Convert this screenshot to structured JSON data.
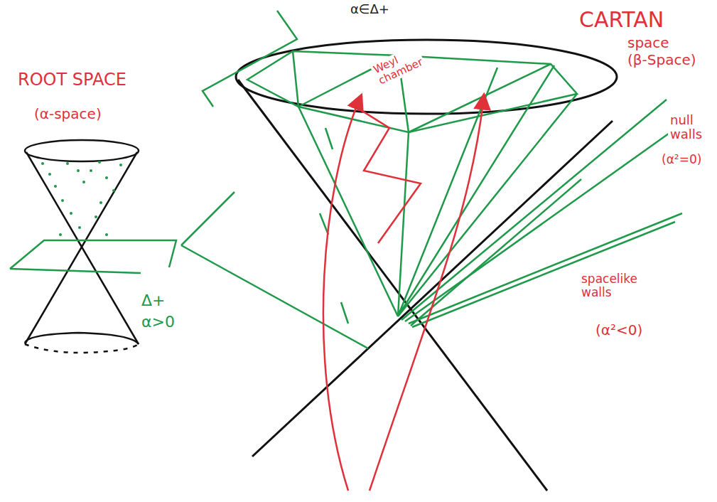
{
  "diagram": {
    "labels": [
      "α∈Δ+",
      "CARTAN",
      "space",
      "(β-Space)",
      "Weyl chamber",
      "ROOT SPACE",
      "(α-space)",
      "Δ+",
      "α>0",
      "null walls",
      "(α²=0)",
      "spacelike walls",
      "(α²<0)"
    ]
  }
}
